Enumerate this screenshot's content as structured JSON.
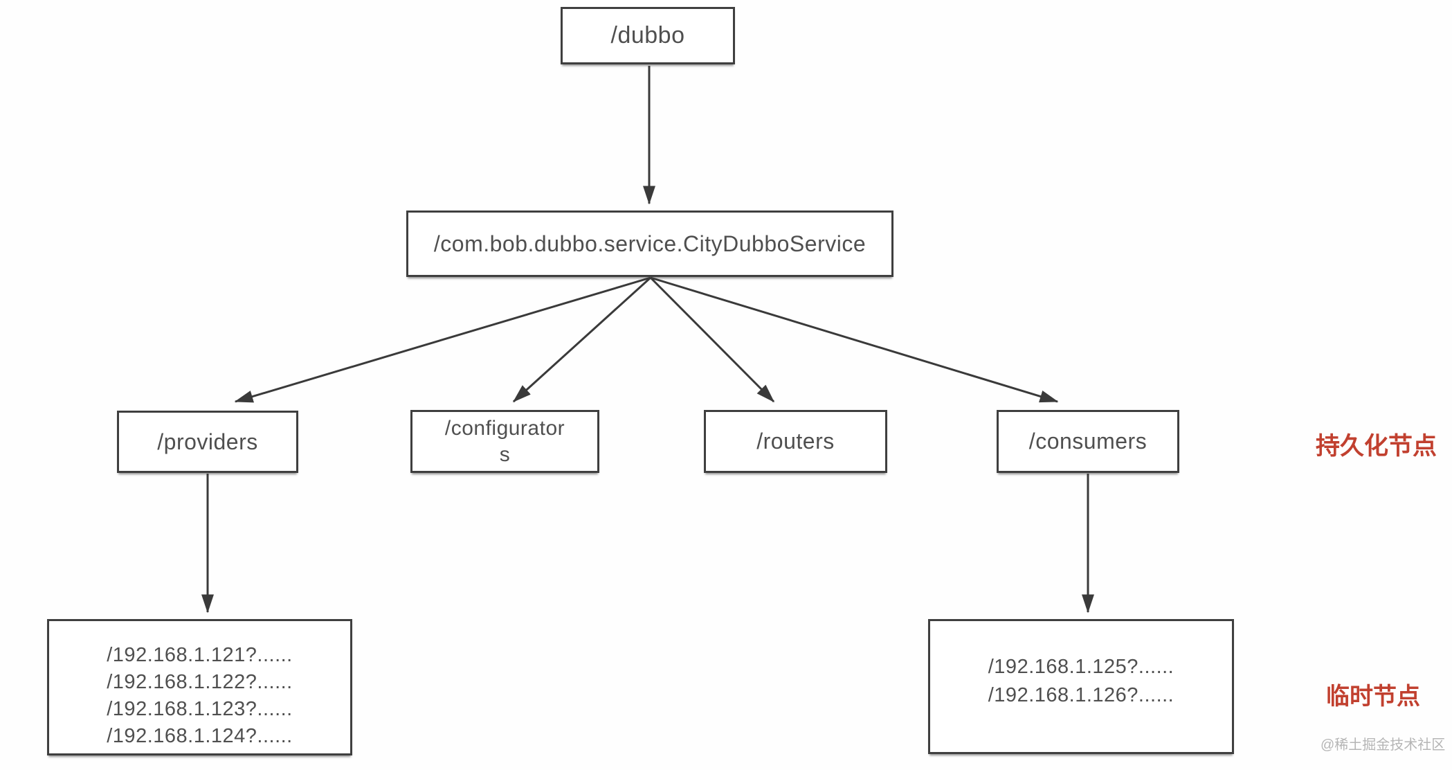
{
  "diagram": {
    "nodes": {
      "dubbo": {
        "label": "/dubbo"
      },
      "service": {
        "label": "/com.bob.dubbo.service.CityDubboService"
      },
      "providers": {
        "label": "/providers"
      },
      "configurators": {
        "lines": [
          "/configurator",
          "s"
        ]
      },
      "routers": {
        "label": "/routers"
      },
      "consumers": {
        "label": "/consumers"
      },
      "provider_nodes": {
        "lines": [
          "/192.168.1.121?......",
          "/192.168.1.122?......",
          "/192.168.1.123?......",
          "/192.168.1.124?......"
        ]
      },
      "consumer_nodes": {
        "lines": [
          "/192.168.1.125?......",
          "/192.168.1.126?......"
        ]
      }
    },
    "edges": [
      {
        "from": "dubbo",
        "to": "service"
      },
      {
        "from": "service",
        "to": "providers"
      },
      {
        "from": "service",
        "to": "configurators"
      },
      {
        "from": "service",
        "to": "routers"
      },
      {
        "from": "service",
        "to": "consumers"
      },
      {
        "from": "providers",
        "to": "provider_nodes"
      },
      {
        "from": "consumers",
        "to": "consumer_nodes"
      }
    ],
    "annotations": {
      "persistent": {
        "text": "持久化节点",
        "color": "#c1402f"
      },
      "ephemeral": {
        "text": "临时节点",
        "color": "#c1402f"
      }
    },
    "watermark": "@稀土掘金技术社区",
    "colors": {
      "line": "#3a3a3a",
      "box_border": "#3f3f3f",
      "text": "#4f4f4f",
      "annotation_red": "#c1402f",
      "watermark_gray": "#b5b5b5"
    }
  }
}
